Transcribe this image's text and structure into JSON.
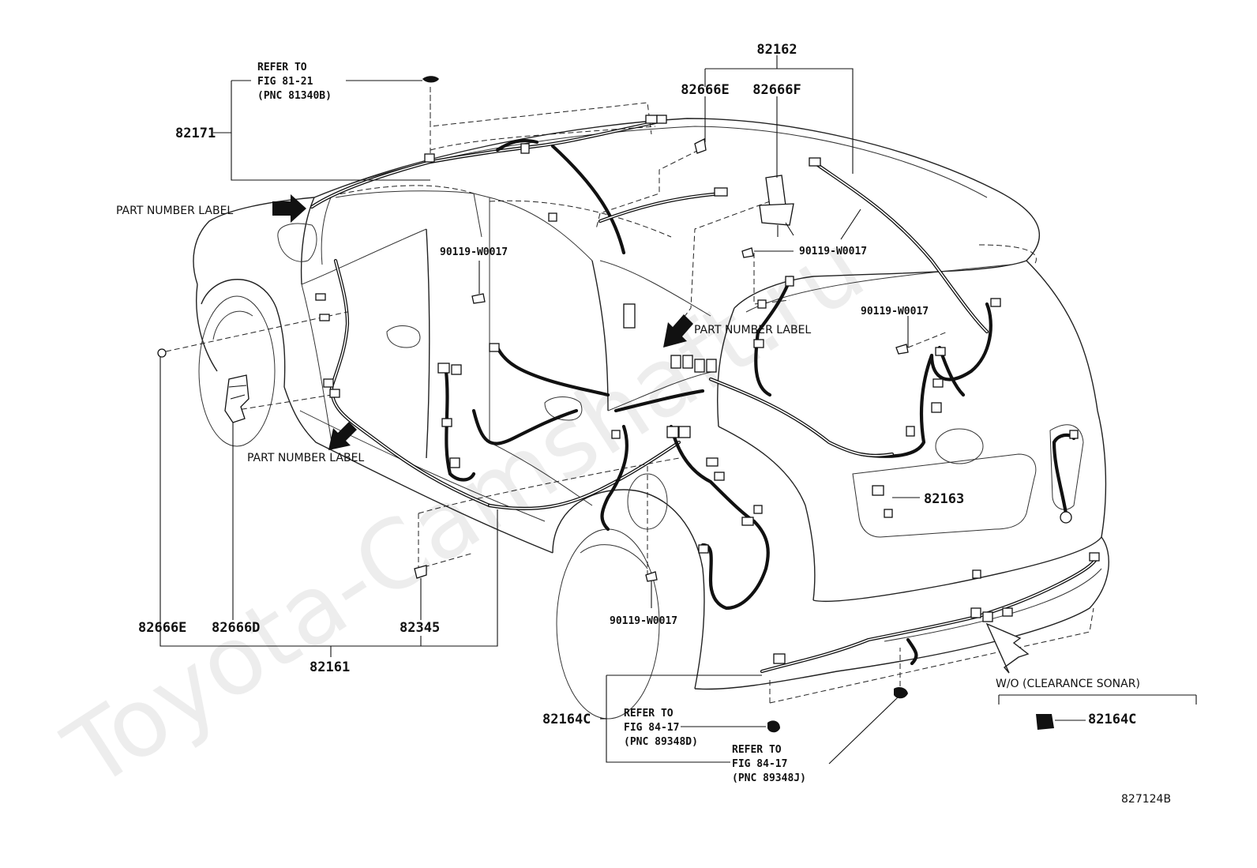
{
  "watermark": "Toyota-Camshaft.ru",
  "drawing_id": "827124B",
  "callouts": {
    "p82162": "82162",
    "p82666E_top": "82666E",
    "p82666F": "82666F",
    "p82171": "82171",
    "refer_81_21": [
      "REFER TO",
      "FIG 81-21",
      "(PNC 81340B)"
    ],
    "part_label_1": "PART NUMBER LABEL",
    "part_label_2": "PART NUMBER LABEL",
    "part_label_3": "PART NUMBER LABEL",
    "bolt_1": "90119-W0017",
    "bolt_2": "90119-W0017",
    "bolt_3": "90119-W0017",
    "bolt_4": "90119-W0017",
    "p82163": "82163",
    "p82666E_bottom": "82666E",
    "p82666D": "82666D",
    "p82345": "82345",
    "p82161": "82161",
    "p82164C_left": "82164C",
    "refer_84_17_d": [
      "REFER TO",
      "FIG 84-17",
      "(PNC 89348D)"
    ],
    "refer_84_17_j": [
      "REFER TO",
      "FIG 84-17",
      "(PNC 89348J)"
    ],
    "wo_sonar": "W/O (CLEARANCE SONAR)",
    "p82164C_right": "82164C"
  }
}
